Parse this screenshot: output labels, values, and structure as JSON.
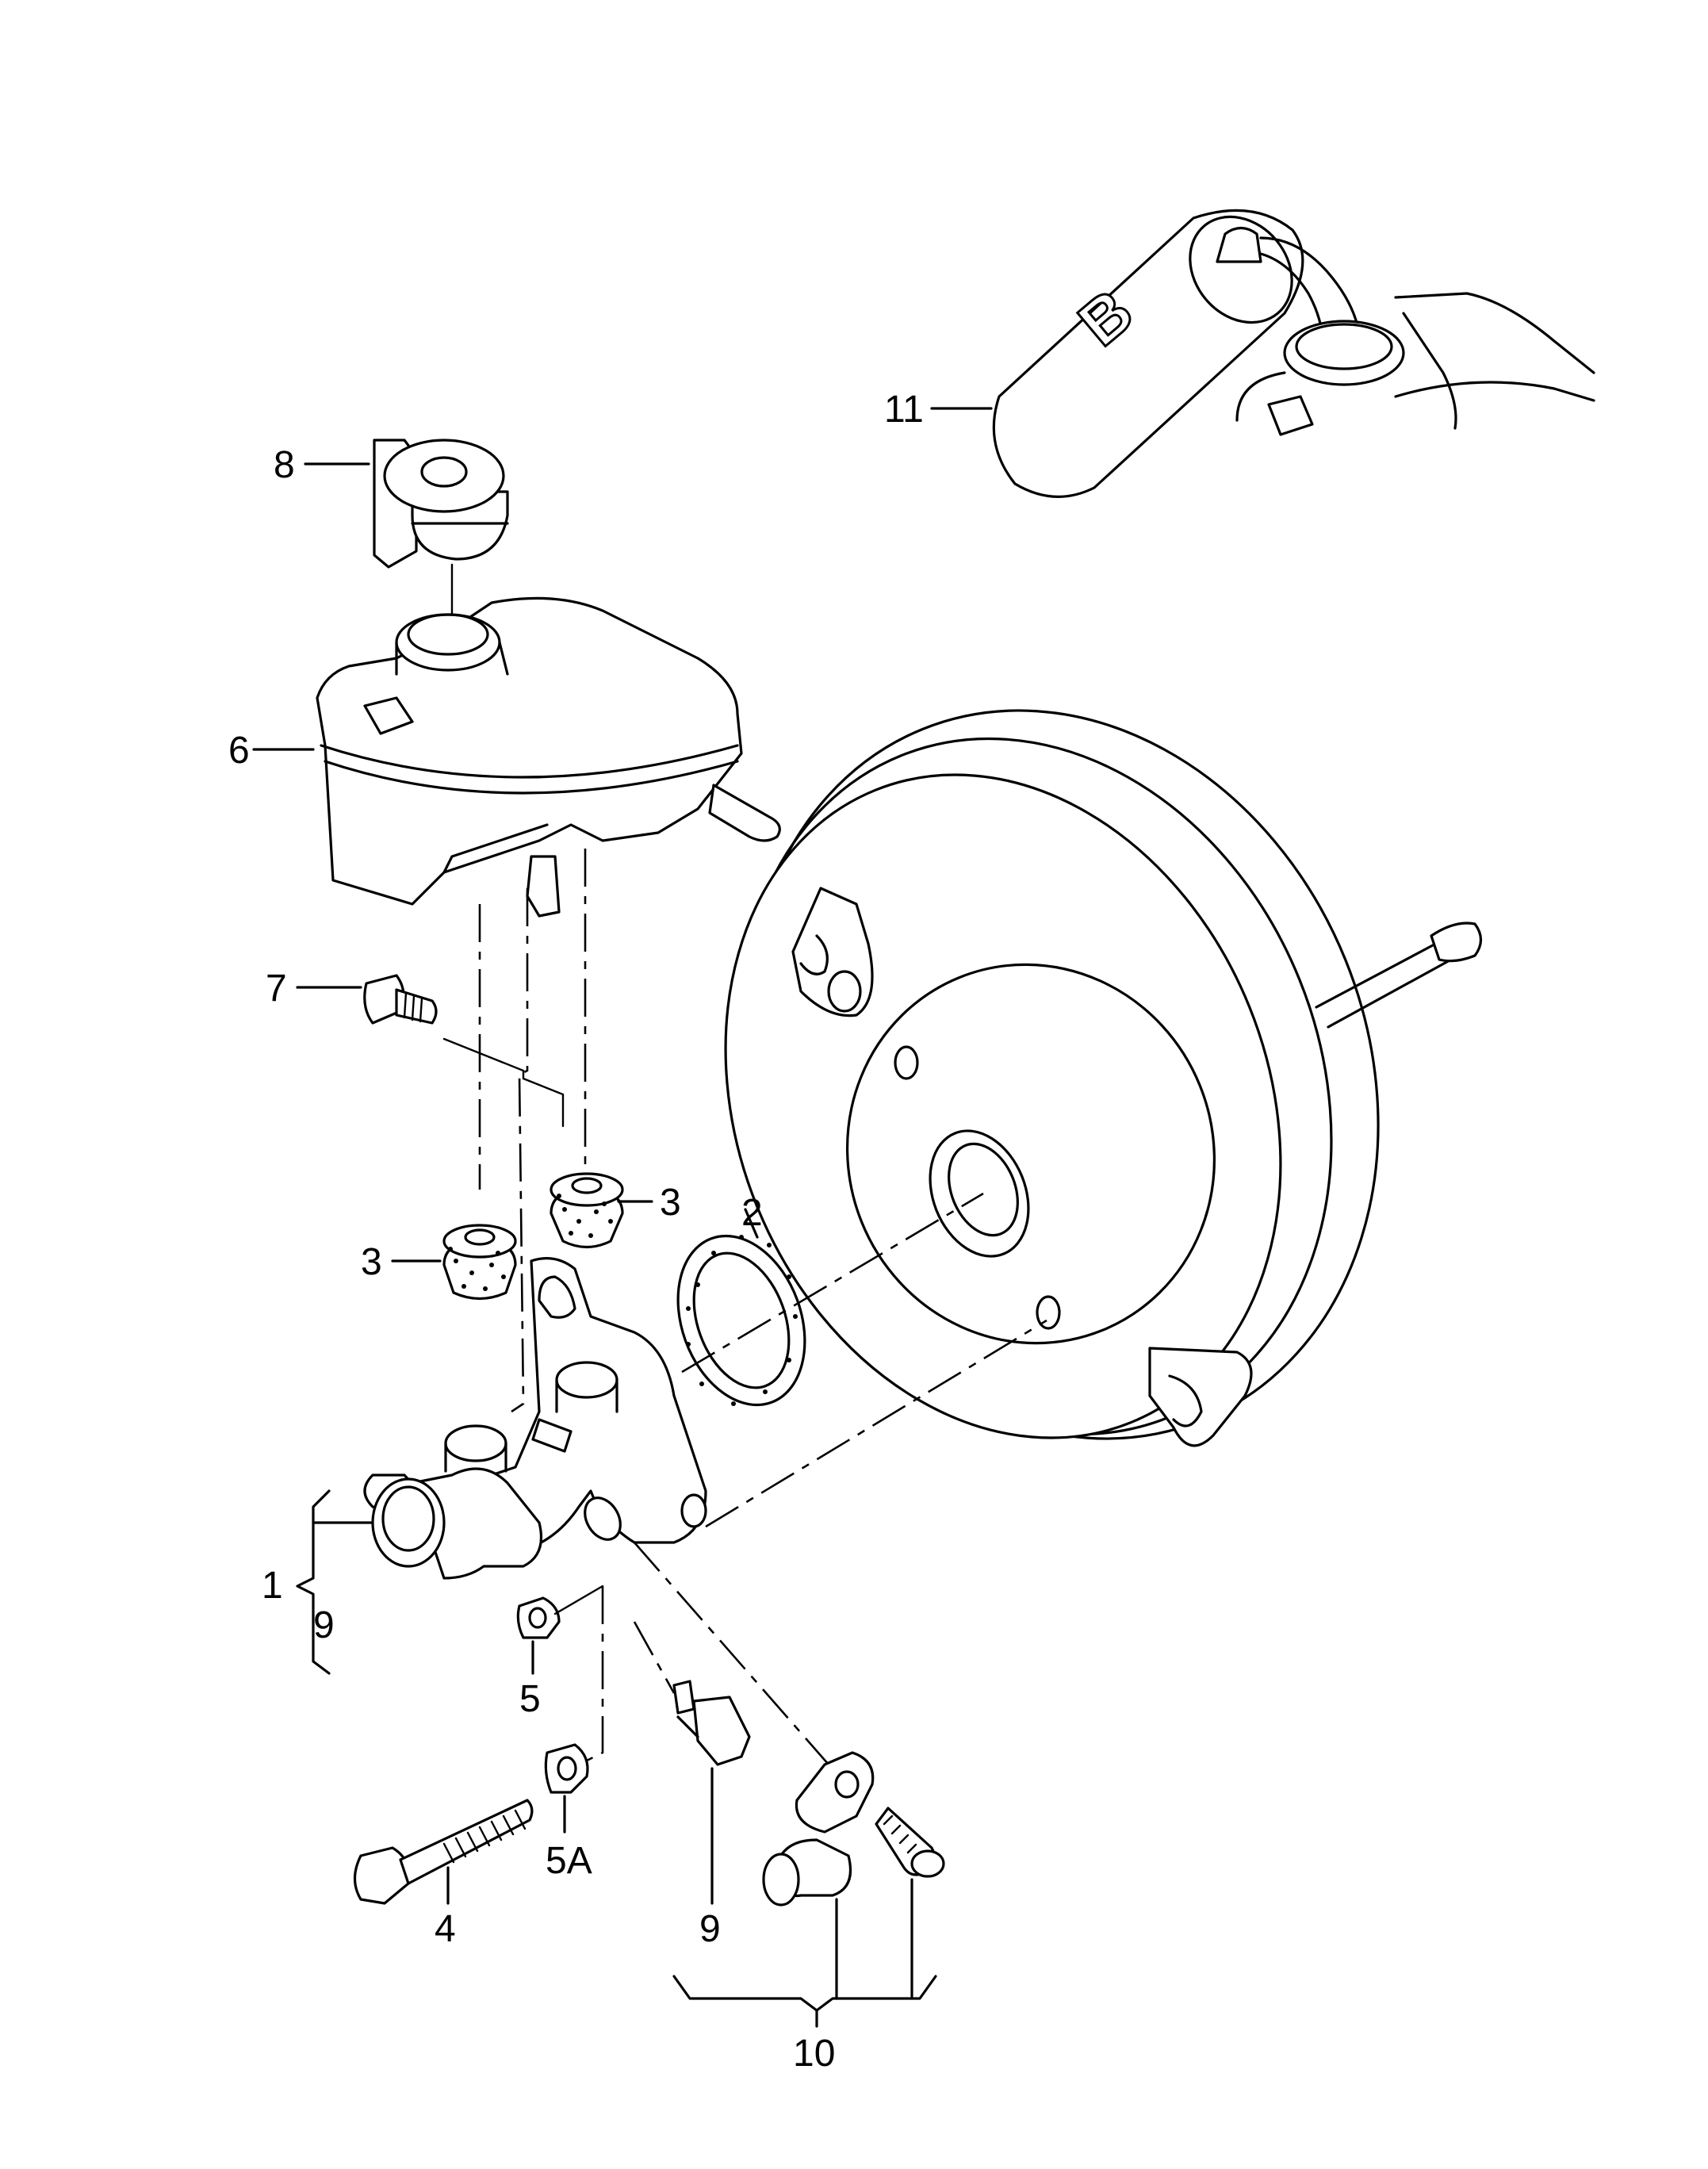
{
  "callouts": {
    "c1": "1",
    "c2": "2",
    "c3a": "3",
    "c3b": "3",
    "c4": "4",
    "c5": "5",
    "c5a": "5A",
    "c6": "6",
    "c7": "7",
    "c8": "8",
    "c9a": "9",
    "c9b": "9",
    "c10": "10",
    "c11": "11"
  },
  "markings": {
    "fluid_can_letter": "B"
  }
}
